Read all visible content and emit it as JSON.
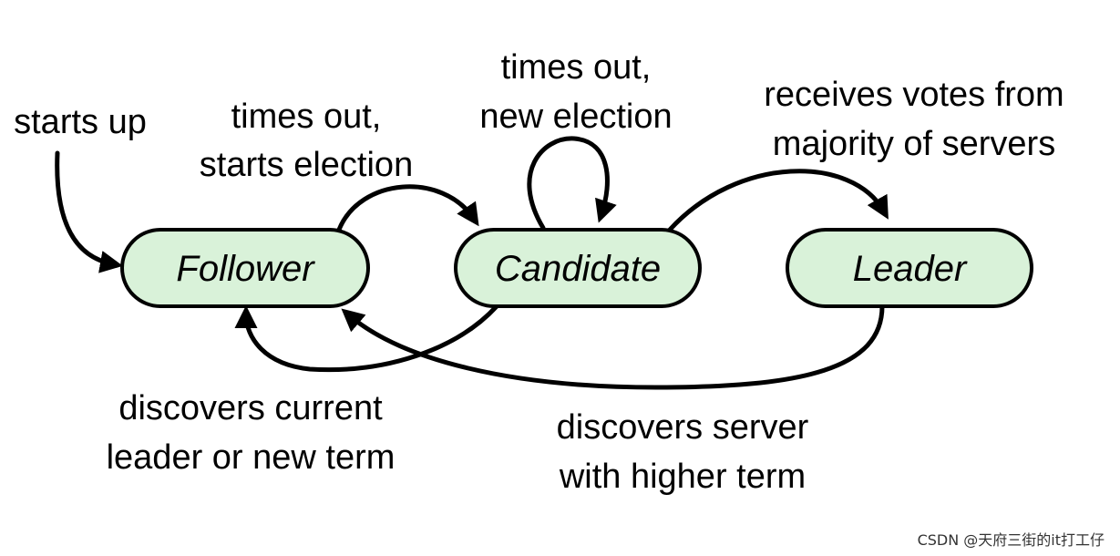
{
  "diagram": {
    "colors": {
      "node_fill": "#d9f2d9",
      "stroke": "#000000"
    },
    "nodes": {
      "follower": {
        "label": "Follower"
      },
      "candidate": {
        "label": "Candidate"
      },
      "leader": {
        "label": "Leader"
      }
    },
    "edges": {
      "starts_up": {
        "line1": "starts up"
      },
      "follower_to_candidate": {
        "line1": "times out,",
        "line2": "starts election"
      },
      "candidate_self": {
        "line1": "times out,",
        "line2": "new election"
      },
      "candidate_to_leader": {
        "line1": "receives votes from",
        "line2": "majority of servers"
      },
      "candidate_to_follower": {
        "line1": "discovers current",
        "line2": "leader or new term"
      },
      "leader_to_follower": {
        "line1": "discovers server",
        "line2": "with higher term"
      }
    }
  },
  "watermark": {
    "text": "CSDN @天府三街的it打工仔"
  }
}
